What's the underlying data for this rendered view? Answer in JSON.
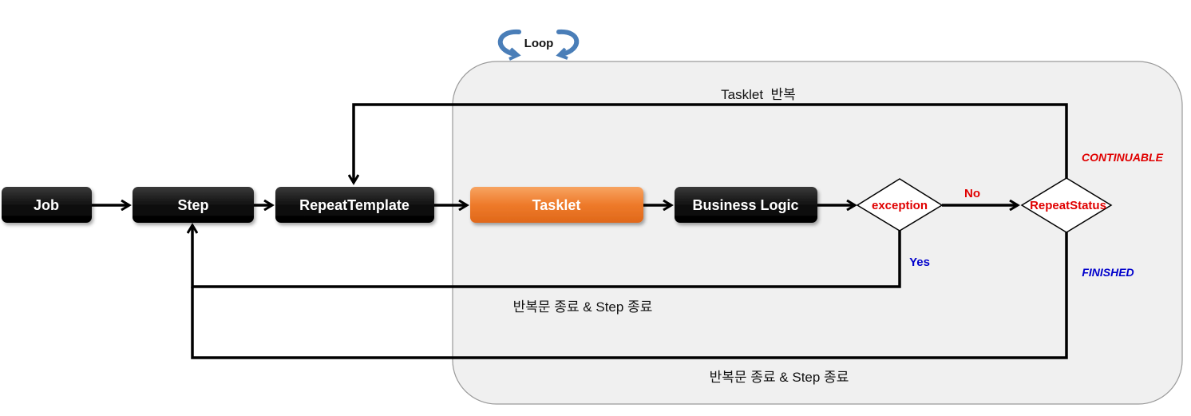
{
  "loop": {
    "label": "Loop"
  },
  "nodes": {
    "job": "Job",
    "step": "Step",
    "repeat_template": "RepeatTemplate",
    "tasklet": "Tasklet",
    "business_logic": "Business Logic"
  },
  "decisions": {
    "exception": "exception",
    "repeat_status": "RepeatStatus"
  },
  "branches": {
    "no": "No",
    "yes": "Yes"
  },
  "statuses": {
    "continuable": "CONTINUABLE",
    "finished": "FINISHED"
  },
  "flow_labels": {
    "tasklet_repeat": "Tasklet  반복",
    "exit_exception": "반복문 종료 & Step 종료",
    "exit_finished": "반복문 종료 & Step 종료"
  },
  "colors": {
    "node_black": "#111111",
    "tasklet_orange": "#ee7a2a",
    "loop_region": "#f0f0f0",
    "red_text": "#e00000",
    "blue_text": "#0000cc",
    "loop_arrow": "#4a7eb8"
  }
}
